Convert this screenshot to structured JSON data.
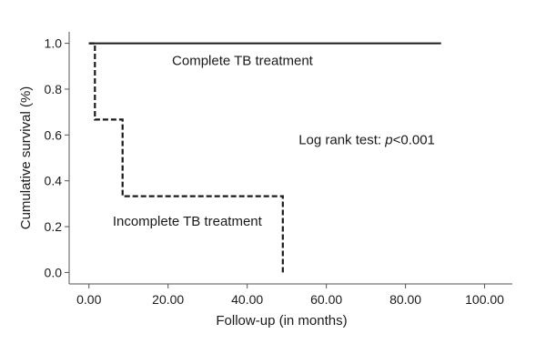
{
  "chart_data": {
    "type": "line",
    "xlabel": "Follow-up (in months)",
    "ylabel": "Cumulative survival (%)",
    "xlim": [
      -5,
      107
    ],
    "ylim": [
      -0.05,
      1.05
    ],
    "x_ticks": [
      "0.00",
      "20.00",
      "40.00",
      "60.00",
      "80.00",
      "100.00"
    ],
    "x_tick_values": [
      0,
      20,
      40,
      60,
      80,
      100
    ],
    "y_ticks": [
      "0.0",
      "0.2",
      "0.4",
      "0.6",
      "0.8",
      "1.0"
    ],
    "y_tick_values": [
      0,
      0.2,
      0.4,
      0.6,
      0.8,
      1.0
    ],
    "grid": false,
    "series": [
      {
        "name": "Complete TB treatment",
        "style": "solid",
        "color": "#1a1a1a",
        "x": [
          0,
          89
        ],
        "y": [
          1.0,
          1.0
        ]
      },
      {
        "name": "Incomplete TB treatment",
        "style": "dashed",
        "color": "#1a1a1a",
        "x": [
          0,
          1.5,
          1.5,
          8.5,
          8.5,
          49,
          49
        ],
        "y": [
          1.0,
          1.0,
          0.667,
          0.667,
          0.333,
          0.333,
          0.0
        ]
      }
    ],
    "annotations": [
      {
        "text": "Log rank test: ",
        "emph": "p",
        "after": "<0.001",
        "x": 53,
        "y": 0.56
      }
    ],
    "series_labels": [
      {
        "series": 0,
        "x": 21,
        "y": 0.905
      },
      {
        "series": 1,
        "x": 6,
        "y": 0.205
      }
    ]
  }
}
